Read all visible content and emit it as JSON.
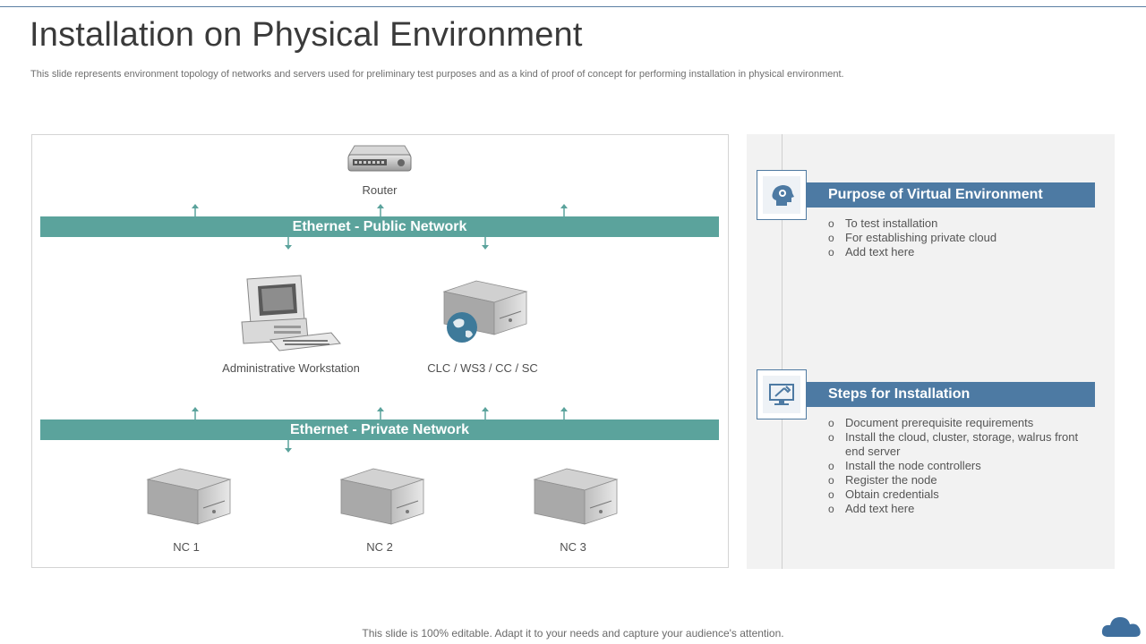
{
  "slide": {
    "title": "Installation on Physical Environment",
    "subtitle": "This slide represents environment topology of networks and servers used for preliminary test purposes and as a kind of proof of concept for performing  installation in physical environment.",
    "footer": "This slide is 100% editable. Adapt it to your needs and capture your audience's attention."
  },
  "diagram": {
    "router_label": "Router",
    "public_network_label": "Ethernet - Public Network",
    "private_network_label": "Ethernet - Private Network",
    "workstation_label": "Administrative Workstation",
    "server_label": "CLC / WS3 / CC / SC",
    "nodes": [
      "NC 1",
      "NC 2",
      "NC 3"
    ]
  },
  "panel": {
    "purpose": {
      "heading": "Purpose of Virtual Environment",
      "items": [
        "To test installation",
        "For establishing private  cloud",
        "Add text here"
      ],
      "icon": "head-gear-icon"
    },
    "steps": {
      "heading": "Steps for Installation",
      "items": [
        "Document  prerequisite  requirements",
        "Install the cloud, cluster, storage, walrus front end server",
        "Install the node controllers",
        "Register the node",
        "Obtain credentials",
        "Add text here"
      ],
      "icon": "monitor-tools-icon"
    }
  },
  "colors": {
    "network_bar": "#5ba39c",
    "heading_bar": "#4d7aa3",
    "panel_bg": "#f2f2f2"
  }
}
